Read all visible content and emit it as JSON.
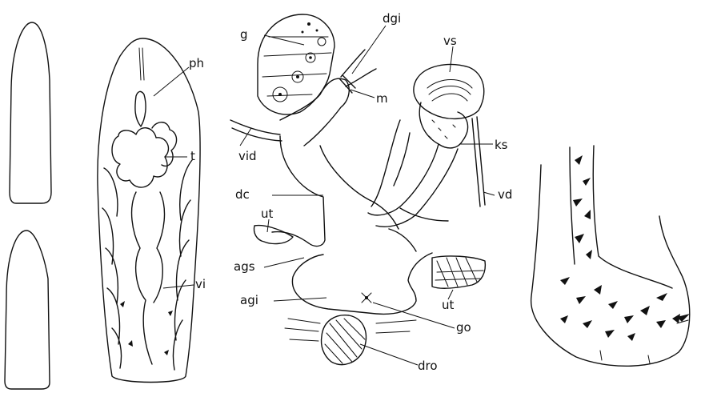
{
  "labels": {
    "ph": "ph",
    "t": "t",
    "vi": "vi",
    "g": "g",
    "dgi": "dgi",
    "m": "m",
    "vs": "vs",
    "ks": "ks",
    "vd": "vd",
    "vid": "vid",
    "dc": "dc",
    "ut_upper": "ut",
    "ags": "ags",
    "agi": "agi",
    "ut_lower": "ut",
    "go": "go",
    "dro": "dro"
  }
}
